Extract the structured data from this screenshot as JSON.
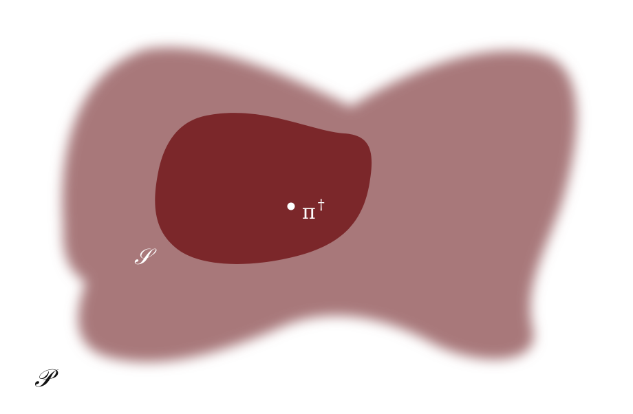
{
  "diagram": {
    "outer_region": {
      "label": "𝒫",
      "color": "#a8787a"
    },
    "inner_region": {
      "label": "𝒮",
      "color": "#7b272a"
    },
    "point": {
      "label_symbol": "π",
      "label_superscript": "†",
      "color": "#ffffff"
    },
    "background_color": "#ffffff"
  }
}
